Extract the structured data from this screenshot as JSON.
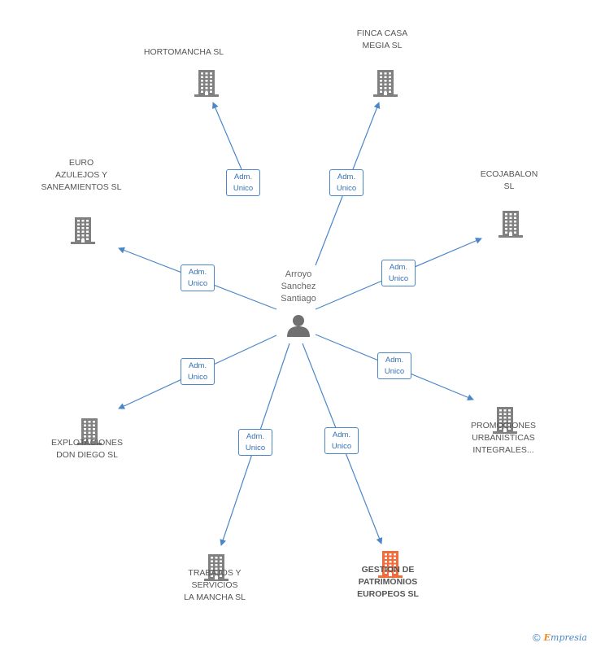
{
  "center": {
    "name": "Arroyo\nSanchez\nSantiago"
  },
  "edge_label": {
    "line1": "Adm.",
    "line2": "Unico"
  },
  "companies": [
    {
      "name": "HORTOMANCHA SL",
      "highlight": false
    },
    {
      "name": "FINCA CASA\nMEGIA SL",
      "highlight": false
    },
    {
      "name": "EURO\nAZULEJOS Y\nSANEAMIENTOS SL",
      "highlight": false
    },
    {
      "name": "ECOJABALON\nSL",
      "highlight": false
    },
    {
      "name": "EXPLOTACIONES\nDON DIEGO SL",
      "highlight": false
    },
    {
      "name": "PROMOCIONES\nURBANISTICAS\nINTEGRALES...",
      "highlight": false
    },
    {
      "name": "TRABAJOS Y\nSERVICIOS\nLA MANCHA SL",
      "highlight": false
    },
    {
      "name": "GESTION DE\nPATRIMONIOS\nEUROPEOS SL",
      "highlight": true
    }
  ],
  "colors": {
    "edge": "#4a86c8",
    "building": "#808080",
    "building_highlight": "#f26b3a"
  },
  "footer": {
    "copyright": "©",
    "brand_initial": "E",
    "brand_rest": "mpresia"
  }
}
